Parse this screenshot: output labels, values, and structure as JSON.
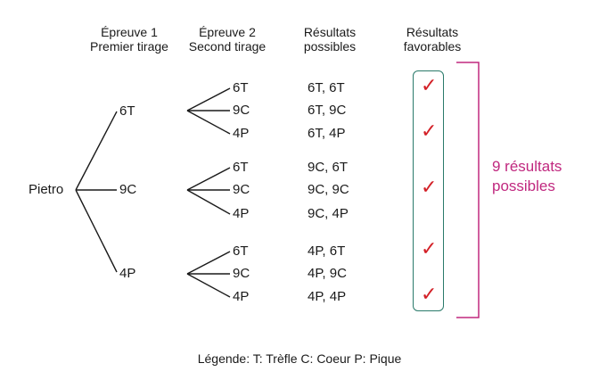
{
  "headers": {
    "epreuve1_line1": "Épreuve 1",
    "epreuve1_line2": "Premier tirage",
    "epreuve2_line1": "Épreuve 2",
    "epreuve2_line2": "Second tirage",
    "resultats_line1": "Résultats",
    "resultats_line2": "possibles",
    "favorables_line1": "Résultats",
    "favorables_line2": "favorables"
  },
  "root": "Pietro",
  "level1": [
    "6T",
    "9C",
    "4P"
  ],
  "level2": [
    "6T",
    "9C",
    "4P"
  ],
  "outcomes": [
    [
      "6T, 6T",
      "6T, 9C",
      "6T, 4P"
    ],
    [
      "9C, 6T",
      "9C, 9C",
      "9C, 4P"
    ],
    [
      "4P, 6T",
      "4P, 9C",
      "4P, 4P"
    ]
  ],
  "favorable": [
    [
      true,
      false,
      true
    ],
    [
      false,
      true,
      false
    ],
    [
      true,
      false,
      true
    ]
  ],
  "check_symbol": "✓",
  "total_line1": "9 résultats",
  "total_line2": "possibles",
  "legend": "Légende: T: Trèfle C: Coeur P: Pique",
  "colors": {
    "check": "#d32027",
    "favorable_box": "#2a7a6a",
    "bracket": "#c0287f"
  }
}
